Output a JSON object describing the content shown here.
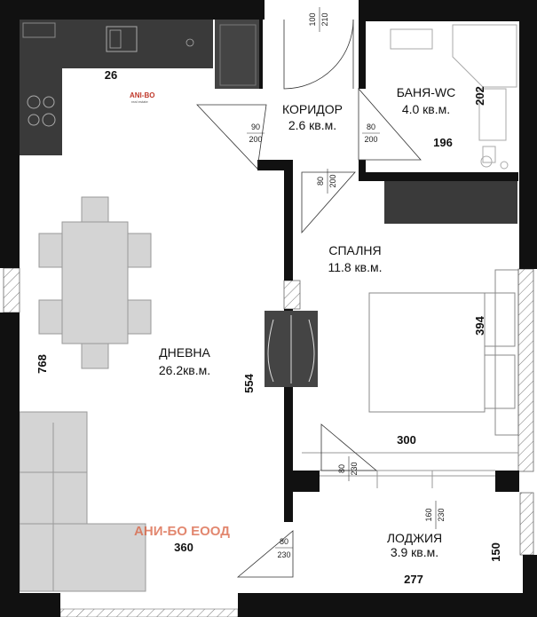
{
  "rooms": {
    "corridor": {
      "name": "КОРИДОР",
      "area": "2.6 кв.м."
    },
    "bathroom": {
      "name": "БАНЯ-WC",
      "area": "4.0 кв.м."
    },
    "bedroom": {
      "name": "СПАЛНЯ",
      "area": "11.8 кв.м."
    },
    "living": {
      "name": "ДНЕВНА",
      "area": "26.2кв.м."
    },
    "loggia": {
      "name": "ЛОДЖИЯ",
      "area": "3.9 кв.м."
    }
  },
  "dimensions": {
    "kitchen_top": "26",
    "bath_width": "196",
    "bath_height": "202",
    "bedroom_height": "394",
    "living_height": "768",
    "wall_height": "554",
    "bedroom_width": "300",
    "living_width": "360",
    "loggia_width": "277",
    "loggia_height": "150"
  },
  "doors": {
    "entrance": {
      "w": "100",
      "h": "210"
    },
    "corridor_left": {
      "w": "90",
      "h": "200"
    },
    "corridor_right": {
      "w": "80",
      "h": "200"
    },
    "bedroom": {
      "w": "80",
      "h": "200"
    },
    "bedroom_loggia": {
      "w": "80",
      "h": "230"
    },
    "loggia_window": {
      "w": "160",
      "h": "230"
    },
    "living_loggia": {
      "w": "80",
      "h": "230"
    }
  },
  "brand": "АНИ-БО ЕООД",
  "logo": {
    "name": "ANI-BO",
    "sub": "real estate"
  },
  "colors": {
    "wall": "#111111",
    "furniture": "#d4d4d4",
    "window": "#f2f2f2",
    "brand": "#d9603f"
  }
}
